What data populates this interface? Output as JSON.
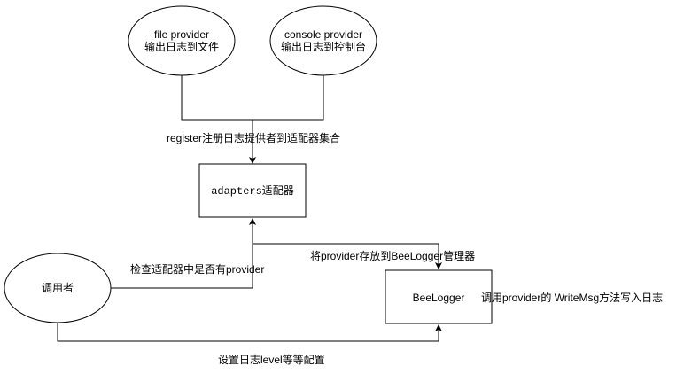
{
  "nodes": {
    "file_provider": {
      "line1": "file provider",
      "line2": "输出日志到文件"
    },
    "console_provider": {
      "line1": "console provider",
      "line2": "输出日志到控制台"
    },
    "adapters": {
      "code": "adapters",
      "text": "适配器"
    },
    "caller": {
      "label": "调用者"
    },
    "beelogger": {
      "label": "BeeLogger"
    }
  },
  "edges": {
    "register": "register注册日志提供者到适配器集合",
    "put_provider": "将provider存放到BeeLogger管理器",
    "check_adapter": "检查适配器中是否有provider",
    "set_level": "设置日志level等等配置",
    "write_msg": "调用provider的 WriteMsg方法写入日志"
  }
}
